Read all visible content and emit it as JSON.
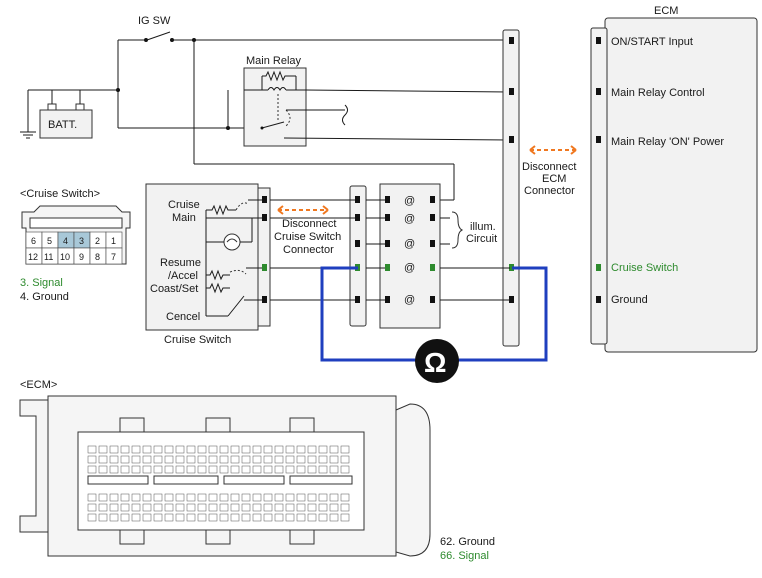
{
  "labels": {
    "ig_sw": "IG SW",
    "main_relay": "Main Relay",
    "batt": "BATT.",
    "cruise_switch_title": "<Cruise Switch>",
    "ecm_box_title": "ECM",
    "ecm_connector_title": "<ECM>",
    "disconnect_cruise": [
      "Disconnect",
      "Cruise Switch",
      "Connector"
    ],
    "disconnect_ecm": [
      "Disconnect",
      "ECM",
      "Connector"
    ],
    "illum_circuit": [
      "illum.",
      "Circuit"
    ],
    "cruise_switch_caption": "Cruise Switch",
    "switch_cruise_main": [
      "Cruise",
      "Main"
    ],
    "switch_resume": [
      "Resume",
      "/Accel",
      "Coast/Set"
    ],
    "switch_cancel": "Cencel",
    "ohm": "Ω"
  },
  "ecm_terminals": [
    "ON/START Input",
    "Main Relay Control",
    "Main Relay 'ON' Power",
    "Cruise Switch",
    "Ground"
  ],
  "cruise_connector": {
    "top_row": [
      "6",
      "5",
      "4",
      "3",
      "2",
      "1"
    ],
    "bottom_row": [
      "12",
      "11",
      "10",
      "9",
      "8",
      "7"
    ],
    "highlighted": [
      "4",
      "3"
    ],
    "legend_signal": "3. Signal",
    "legend_ground": "4. Ground"
  },
  "ecm_legend": {
    "ground": "62. Ground",
    "signal": "66. Signal"
  },
  "colors": {
    "meter_loop": "#1f3fbf",
    "signal_green": "#2e8b2e",
    "disconnect_arrow": "#f07820"
  }
}
